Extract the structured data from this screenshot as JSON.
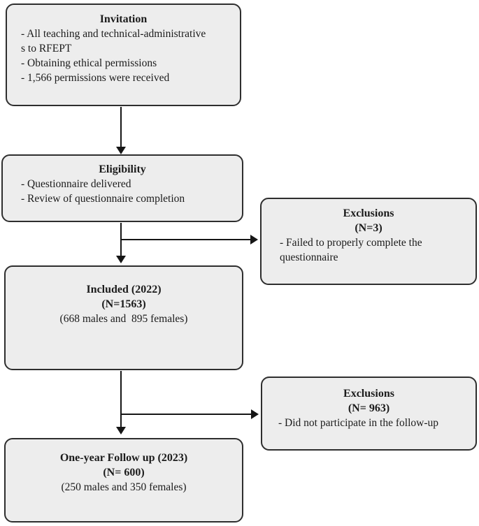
{
  "colors": {
    "box_fill": "#ededed",
    "box_border": "#2e2e2e",
    "arrow": "#161616",
    "background": "#ffffff"
  },
  "flow": {
    "invitation": {
      "title": "Invitation",
      "lines": [
        "- All teaching and technical-administrative",
        "s to RFEPT",
        "- Obtaining ethical permissions",
        "- 1,566 permissions were received"
      ]
    },
    "eligibility": {
      "title": "Eligibility",
      "lines": [
        "- Questionnaire delivered",
        "- Review of questionnaire completion"
      ]
    },
    "exclusions_1": {
      "title": "Exclusions",
      "count": "(N=3)",
      "lines": [
        "- Failed to properly complete the questionnaire"
      ]
    },
    "included": {
      "title": "Included (2022)",
      "count": "(N=1563)",
      "detail": "(668 males and  895 females)"
    },
    "exclusions_2": {
      "title": "Exclusions",
      "count": "(N= 963)",
      "lines": [
        "- Did not participate in the follow-up"
      ]
    },
    "followup": {
      "title": "One-year Follow up (2023)",
      "count": "(N= 600)",
      "detail": "(250 males and 350 females)"
    }
  }
}
